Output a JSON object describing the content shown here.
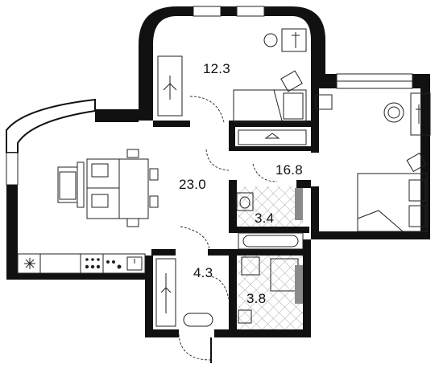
{
  "floor_plan": {
    "rooms": [
      {
        "id": "bedroom-small",
        "area": "12.3"
      },
      {
        "id": "living-kitchen",
        "area": "23.0"
      },
      {
        "id": "bedroom-large",
        "area": "16.8"
      },
      {
        "id": "bathroom-1",
        "area": "3.4"
      },
      {
        "id": "hallway",
        "area": "4.3"
      },
      {
        "id": "bathroom-2",
        "area": "3.8"
      }
    ]
  },
  "colors": {
    "wall": "#111111",
    "line": "#222222",
    "tile": "#9a9a9a",
    "background": "#ffffff"
  },
  "icons": [
    "desk-chair-icon",
    "bed-icon",
    "dining-table-icon",
    "sofa-icon",
    "armchair-icon",
    "clothes-hanger-icon",
    "toilet-icon",
    "sink-icon",
    "bathtub-icon",
    "washing-machine-icon",
    "stove-icon",
    "fridge-snowflake-icon",
    "door-swing-icon"
  ]
}
